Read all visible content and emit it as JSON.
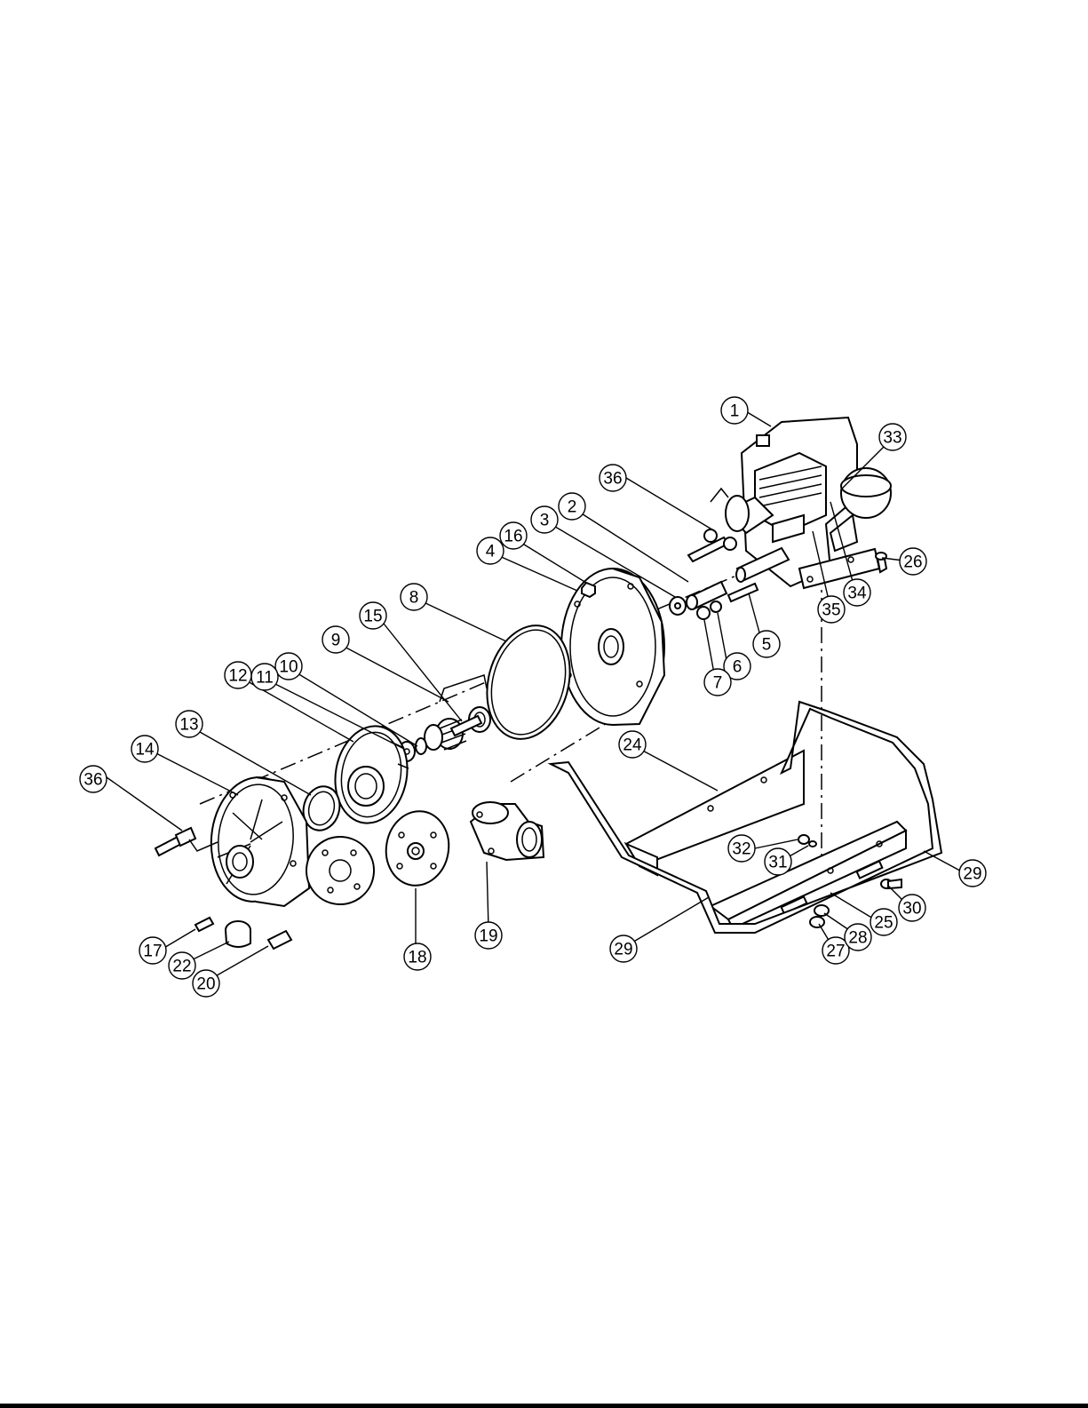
{
  "callouts": [
    {
      "label": "1"
    },
    {
      "label": "2"
    },
    {
      "label": "3"
    },
    {
      "label": "4"
    },
    {
      "label": "5"
    },
    {
      "label": "6"
    },
    {
      "label": "7"
    },
    {
      "label": "8"
    },
    {
      "label": "9"
    },
    {
      "label": "10"
    },
    {
      "label": "11"
    },
    {
      "label": "12"
    },
    {
      "label": "13"
    },
    {
      "label": "14"
    },
    {
      "label": "15"
    },
    {
      "label": "16"
    },
    {
      "label": "17"
    },
    {
      "label": "18"
    },
    {
      "label": "19"
    },
    {
      "label": "20"
    },
    {
      "label": "22"
    },
    {
      "label": "24"
    },
    {
      "label": "25"
    },
    {
      "label": "26"
    },
    {
      "label": "27"
    },
    {
      "label": "28"
    },
    {
      "label": "29"
    },
    {
      "label": "29"
    },
    {
      "label": "30"
    },
    {
      "label": "31"
    },
    {
      "label": "32"
    },
    {
      "label": "33"
    },
    {
      "label": "34"
    },
    {
      "label": "35"
    },
    {
      "label": "36"
    },
    {
      "label": "36"
    }
  ]
}
